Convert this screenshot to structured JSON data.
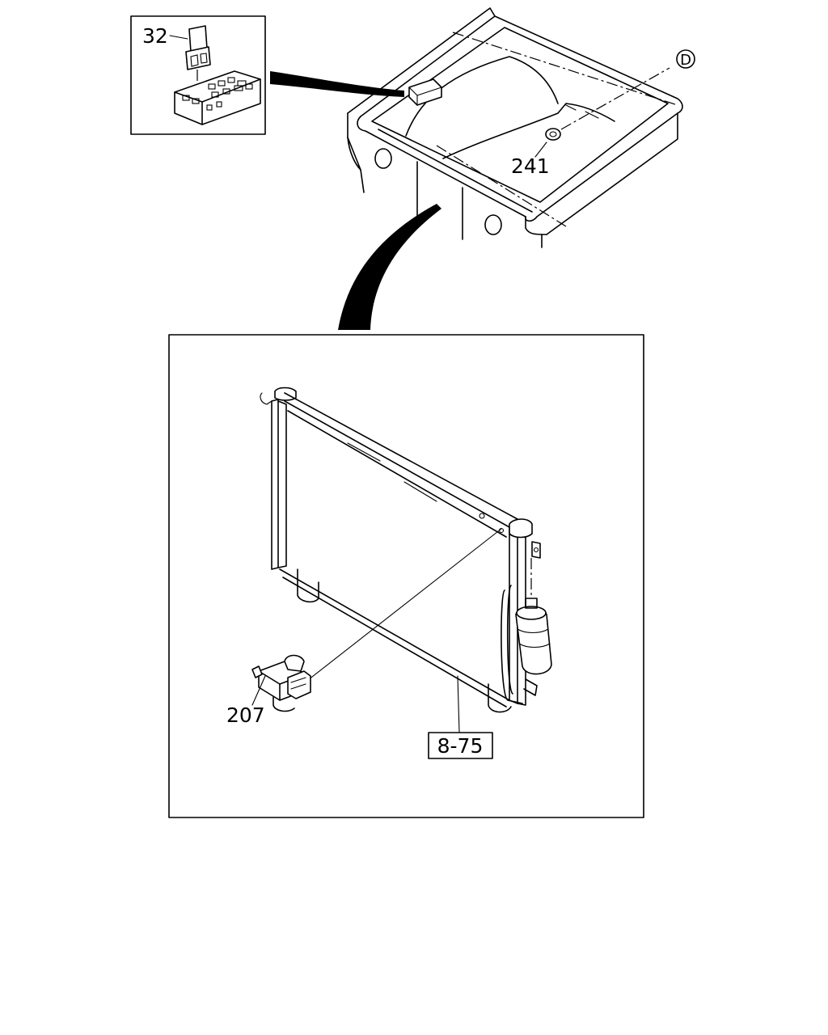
{
  "callouts": {
    "relay": "32",
    "grommet": "241",
    "view_marker": "D",
    "switch": "207",
    "condenser_ref": "8-75"
  }
}
